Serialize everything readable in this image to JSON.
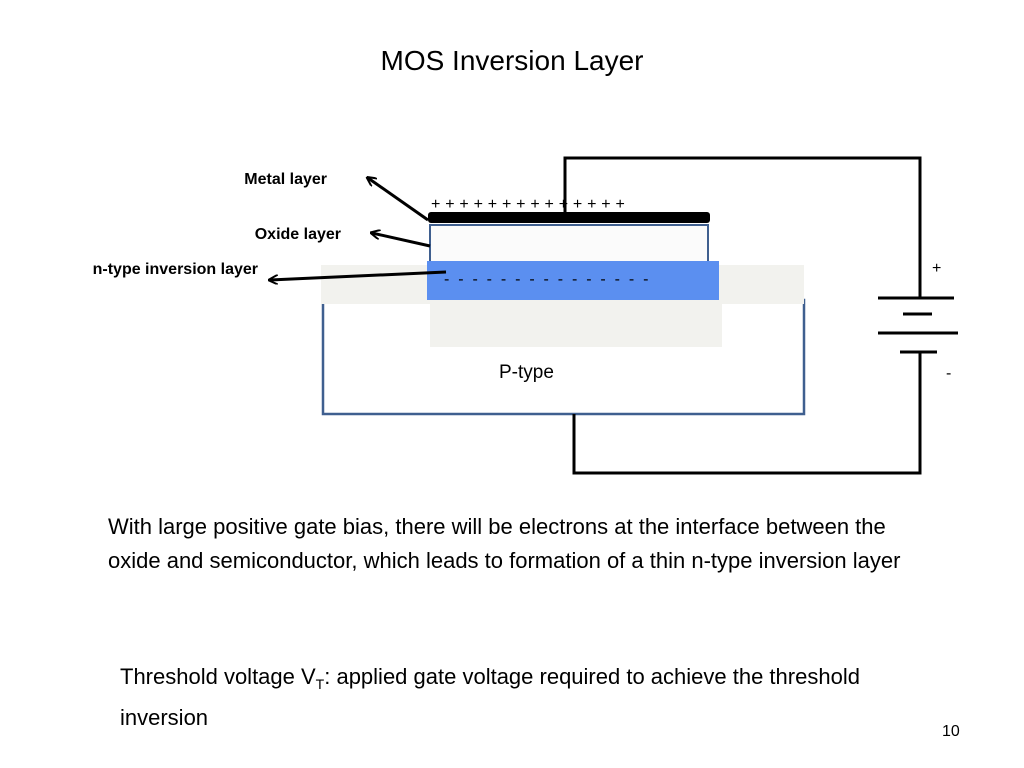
{
  "title": "MOS Inversion Layer",
  "labels": {
    "metal": "Metal layer",
    "oxide": "Oxide layer",
    "n_inversion": "n-type inversion layer",
    "p_type": "P-type"
  },
  "charges": {
    "positive": "+ + + + + + + + + + + + + +",
    "negative": "-  -  -  -  -  -  -  -  -  -  -  -  -  -  -"
  },
  "battery": {
    "plus": "+",
    "minus": "-"
  },
  "body_text": {
    "paragraph_1": "With large positive gate bias, there will be electrons at the interface between the oxide and semiconductor, which leads to formation of a thin n-type inversion layer",
    "paragraph_2_prefix": "Threshold voltage V",
    "paragraph_2_subscript": "T",
    "paragraph_2_suffix": ": applied gate voltage required to achieve the threshold inversion"
  },
  "page_number": "10",
  "colors": {
    "substrate_outline": "#3f5f8f",
    "inversion_layer": "#5b8ff0",
    "diffusion_fill": "#f2f2ee",
    "wire": "#000000"
  }
}
